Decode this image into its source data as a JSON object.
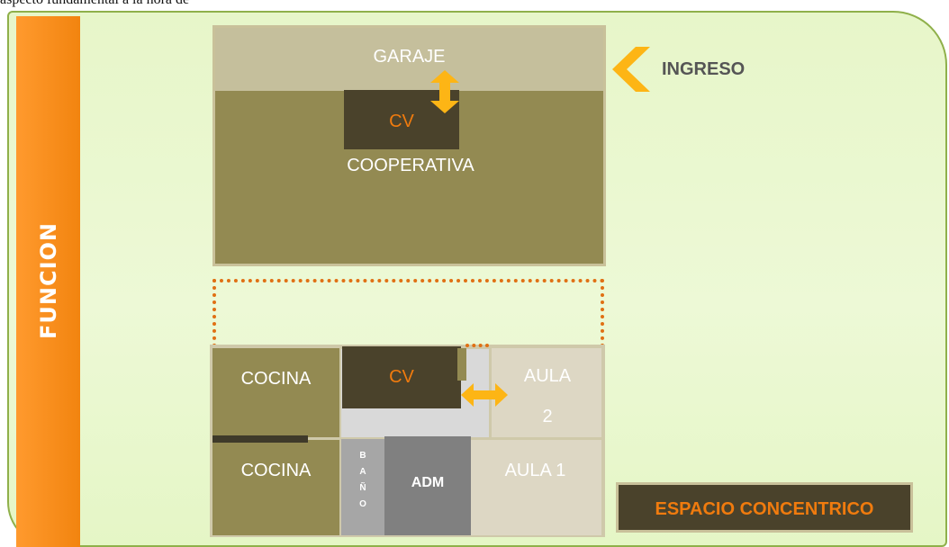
{
  "intro_text": "aspecto fundamental a la hora de",
  "sidebar": {
    "title": "FUNCION"
  },
  "upper_block": {
    "garage_label": "GARAJE",
    "cv_label": "CV",
    "main_label": "COOPERATIVA"
  },
  "entrance": {
    "label": "INGRESO",
    "icon": "chevron-left-icon"
  },
  "lower_block": {
    "kitchen_top_label": "COCINA",
    "kitchen_bottom_label": "COCINA",
    "cv_label": "CV",
    "classroom2_label_line1": "AULA",
    "classroom2_label_line2": "2",
    "classroom1_label": "AULA 1",
    "bathroom_letters": [
      "B",
      "A",
      "Ñ",
      "O"
    ],
    "admin_label": "ADM"
  },
  "legend": {
    "label": "ESPACIO CONCENTRICO"
  },
  "colors": {
    "accent_orange": "#f07b0e",
    "arrow_yellow": "#fdb515",
    "olive": "#938a52",
    "dark_brown": "#4a422b",
    "light_green": "#e7f6c9"
  }
}
